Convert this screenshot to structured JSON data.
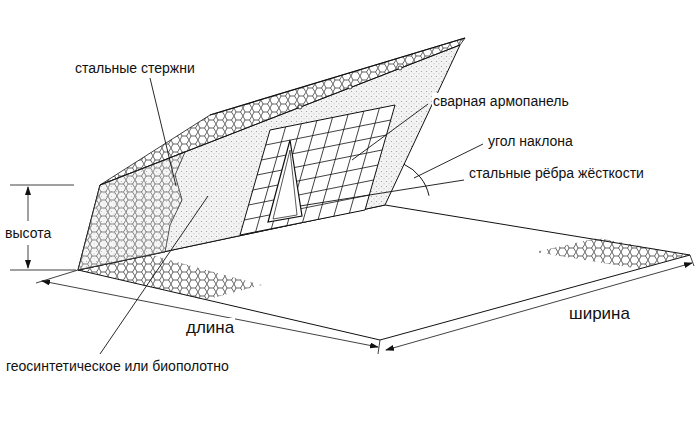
{
  "diagram": {
    "labels": [
      "стальные стержни",
      "сварная армопанель",
      "угол наклона",
      "стальные рёбра жёсткости",
      "высота",
      "длина",
      "ширина",
      "геосинтетическое или биополотно"
    ]
  }
}
